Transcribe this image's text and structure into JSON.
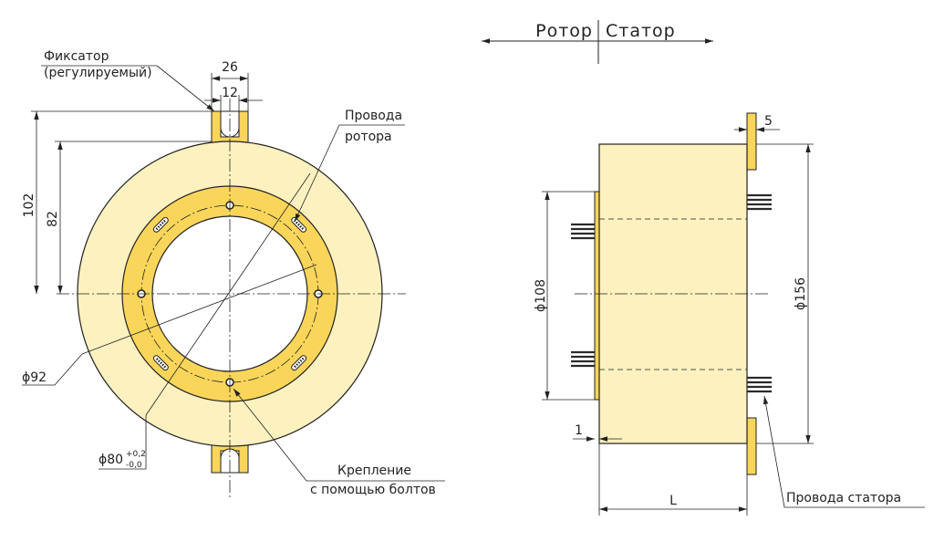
{
  "colors": {
    "body_light": "#FDF1C0",
    "ring_gold": "#F9D55A",
    "line": "#222222",
    "wire_dark": "#2a2a2a",
    "hole": "#ffffff"
  },
  "header": {
    "rotor": "Ротор",
    "stator": "Статор"
  },
  "front_view": {
    "fixator_line1": "Фиксатор",
    "fixator_line2": "(регулируемый)",
    "dim_26": "26",
    "dim_12": "12",
    "dim_102": "102",
    "dim_82": "82",
    "rotor_wires_line1": "Провода",
    "rotor_wires_line2": "ротора",
    "dim_d92": "ϕ92",
    "dim_d80": "ϕ80",
    "tol_upper": "+0,2",
    "tol_lower": "-0,0",
    "mount_line1": "Крепление",
    "mount_line2": "с помощью болтов"
  },
  "side_view": {
    "dim_5": "5",
    "dim_d108": "ϕ108",
    "dim_d156": "ϕ156",
    "dim_1": "1",
    "dim_L": "L",
    "stator_wires": "Провода статора"
  }
}
